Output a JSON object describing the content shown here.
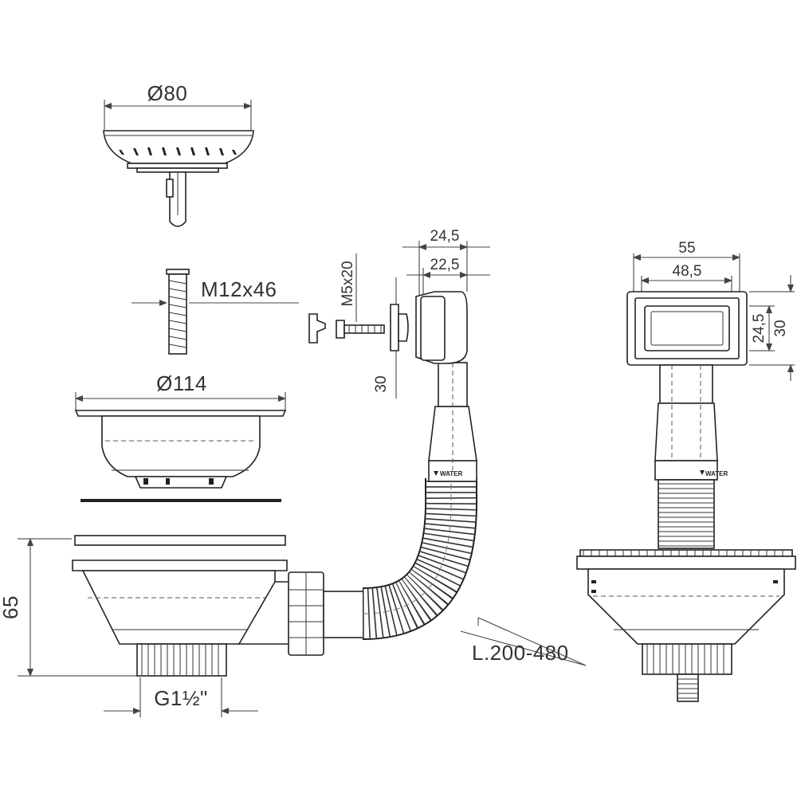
{
  "dimensions": {
    "strainer_diameter": "Ø80",
    "screw": "M12x46",
    "basket_diameter": "Ø114",
    "bolt": "M5x20",
    "bolt_height": "30",
    "overflow_outer": "24,5",
    "overflow_inner": "22,5",
    "overflow_width_outer": "55",
    "overflow_width_inner": "48,5",
    "overflow_height_inner": "24,5",
    "overflow_height_outer": "30",
    "body_height": "65",
    "hose_length": "L.200-480",
    "thread": "G1½\""
  },
  "labels": {
    "water_left": "WATER",
    "water_right": "WATER"
  },
  "colors": {
    "line": "#222222",
    "dimension": "#444444",
    "background": "#ffffff"
  }
}
